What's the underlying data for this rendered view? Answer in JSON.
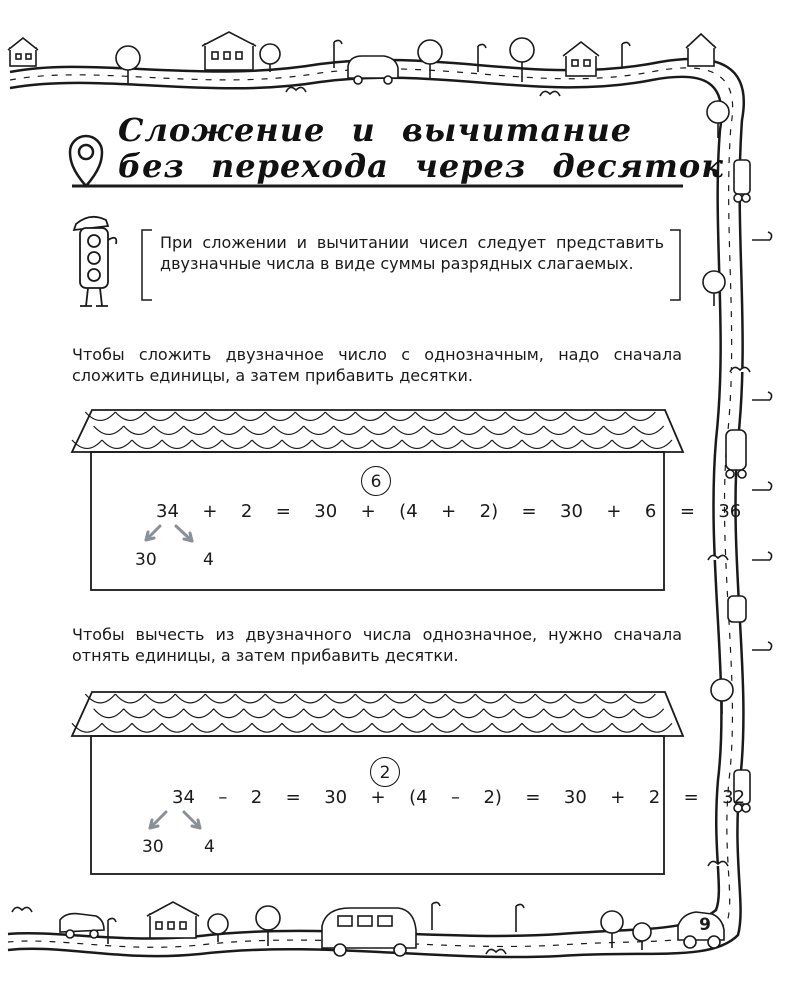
{
  "title": {
    "line1": "Сложение и вычитание",
    "line2": "без перехода через десяток"
  },
  "rule": {
    "text": "При сложении и вычитании чисел следует представить двузначные числа в виде суммы разрядных слагаемых."
  },
  "addition": {
    "intro": "Чтобы сложить двузначное число с однозначным, надо сначала сложить единицы, а затем прибавить десятки.",
    "circled": "6",
    "equation": "34  +  2  =  30  +  (4  +  2)  =  30  +  6  =  36",
    "tens": "30",
    "ones": "4"
  },
  "subtraction": {
    "intro": "Чтобы вычесть из двузначного числа однозначное, нужно сначала отнять единицы, а затем прибавить десятки.",
    "circled": "2",
    "equation": "34  –  2  =  30  +  (4  –  2)  =  30  +  2  =  32",
    "tens": "30",
    "ones": "4"
  },
  "page_number": "9",
  "colors": {
    "ink": "#1a1a1a",
    "arrow": "#8a9098",
    "paper": "#ffffff"
  },
  "icons": {
    "location": "map-pin-icon",
    "mascot": "traffic-light-mascot-icon",
    "arrow": "arrow-icon"
  }
}
